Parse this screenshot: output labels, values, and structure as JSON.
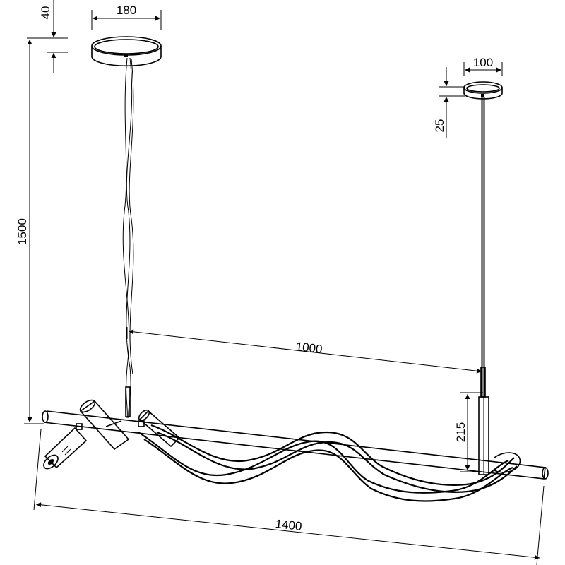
{
  "dimensions": {
    "canopy_large_width": "180",
    "canopy_large_height": "40",
    "canopy_small_width": "100",
    "canopy_small_height": "25",
    "suspension_length": "1500",
    "suspension_spacing": "1000",
    "fixture_length": "1400",
    "fixture_height": "215"
  }
}
